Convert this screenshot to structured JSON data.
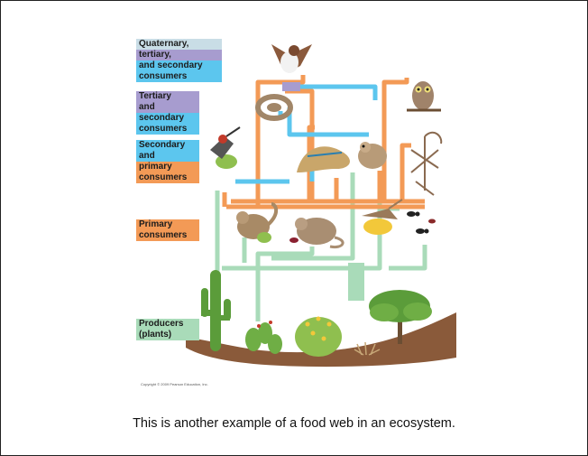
{
  "labels": {
    "quaternary": {
      "line1": "Quaternary,",
      "line2": "tertiary,",
      "line3": "and secondary",
      "line4": "consumers"
    },
    "tertiary": {
      "line1": "Tertiary",
      "line2": "and",
      "line3": "secondary",
      "line4": "consumers"
    },
    "secondary": {
      "line1": "Secondary",
      "line2": "and",
      "line3": "primary",
      "line4": "consumers"
    },
    "primary": {
      "line1": "Primary",
      "line2": "consumers"
    },
    "producers": {
      "line1": "Producers",
      "line2": "(plants)"
    }
  },
  "colors": {
    "quaternary_top": "#c9dde6",
    "tertiary": "#a79ccf",
    "consumer_blue": "#5cc6ee",
    "orange": "#f39a56",
    "green": "#a9dbb9",
    "soil": "#8a5a3a"
  },
  "copyright": "Copyright © 2009 Pearson Education, Inc.",
  "caption": "This is another example of a food web in an ecosystem."
}
